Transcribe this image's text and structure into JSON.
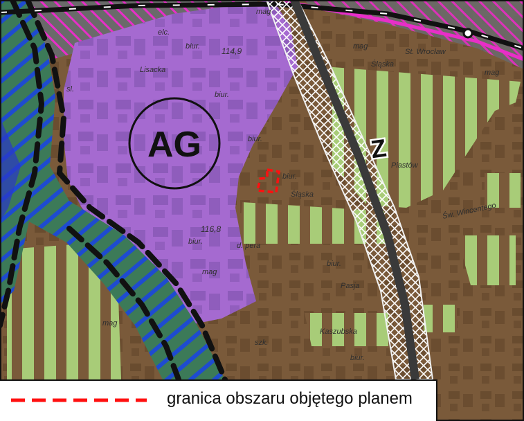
{
  "map": {
    "zone_symbol": "AG",
    "north_symbol": "Z",
    "building_labels": {
      "elc": "elc.",
      "mag": "mag",
      "biur": "biur.",
      "sl": "sl.",
      "szk": "szk."
    },
    "street_labels": {
      "slaska": "Śląska",
      "st_wroclawska": "St. Wrocław",
      "piastow": "Piastów",
      "d_pera": "d. pera",
      "sw_wincentego": "Św. Wincentego",
      "kaszubska": "Kaszubska",
      "pasja": "Pasja",
      "lisacka": "Lisacka",
      "slaska_2": "Śląska"
    },
    "elevations": [
      "114,9",
      "116,8"
    ],
    "colors": {
      "brown_zone": "#7a5a3a",
      "purple_zone": "#a56ad0",
      "green_stripes": "#a8cc78",
      "teal_zone": "#3c7a58",
      "blue_hatch": "#1e4bd0",
      "magenta_line": "#e82ec8",
      "boundary_red": "#ff1010"
    }
  },
  "legend": {
    "label": "granica obszaru objętego planem"
  }
}
